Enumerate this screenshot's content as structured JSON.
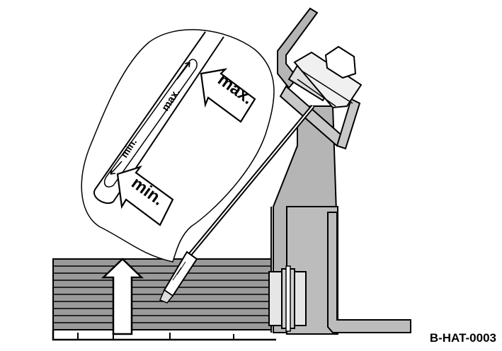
{
  "labels": {
    "max_large": "max.",
    "min_large": "min.",
    "max_small": "max.",
    "min_small": "min."
  },
  "reference_code": "B-HAT-0003"
}
